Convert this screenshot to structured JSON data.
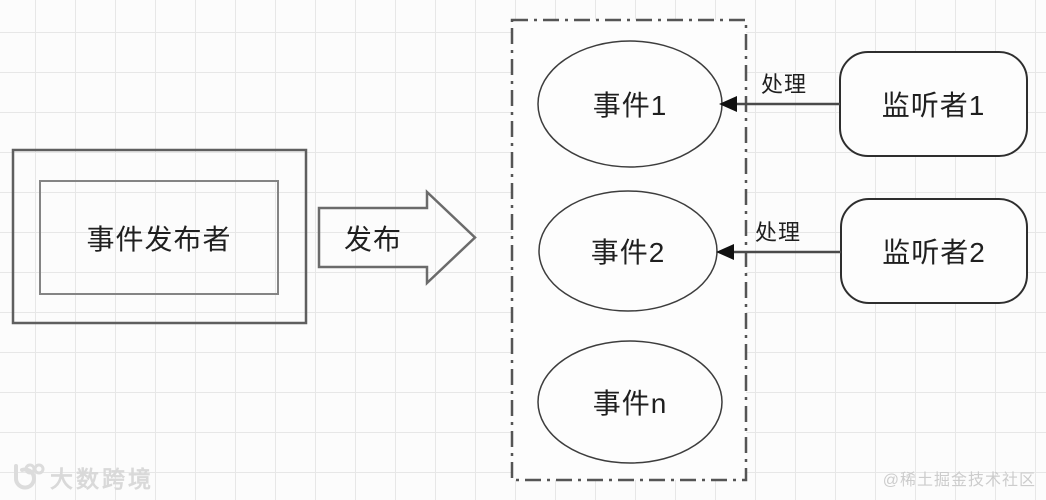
{
  "diagram": {
    "publisher": {
      "label": "事件发布者"
    },
    "publish_arrow": {
      "label": "发布"
    },
    "events": [
      {
        "label": "事件1"
      },
      {
        "label": "事件2"
      },
      {
        "label": "事件n"
      }
    ],
    "listeners": [
      {
        "label": "监听者1",
        "action_label": "处理"
      },
      {
        "label": "监听者2",
        "action_label": "处理"
      }
    ]
  },
  "watermarks": {
    "bottom_left": "大数跨境",
    "bottom_right": "@稀土掘金技术社区"
  },
  "colors": {
    "background": "#fcfcfc",
    "grid_line": "#e7e7e7",
    "shape_stroke": "#4a4a4a",
    "box_stroke": "#666666",
    "arrowhead": "#111111",
    "text": "#1f1f1f",
    "watermark": "#d6d6d6"
  }
}
